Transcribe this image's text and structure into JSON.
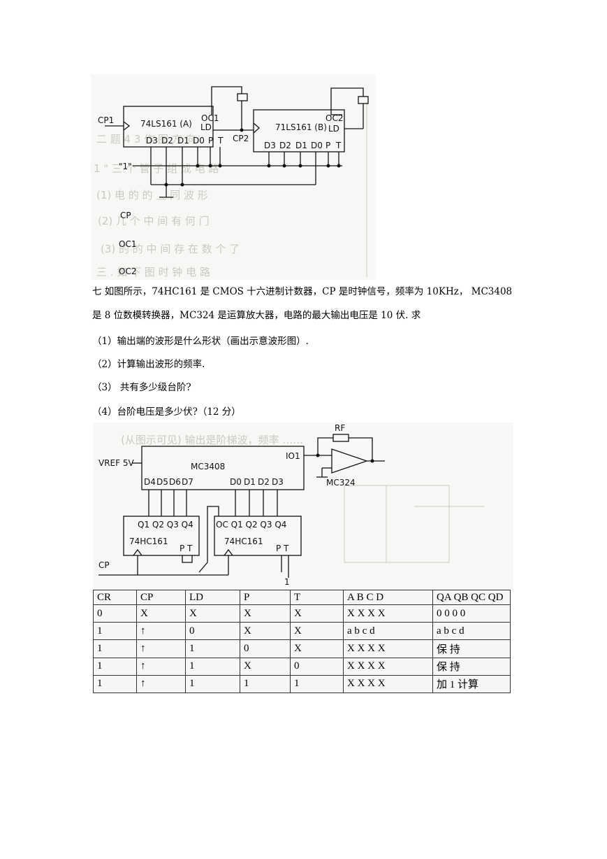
{
  "diagram1": {
    "chip_a": "74LS161 (A)",
    "chip_b": "71LS161 (B)",
    "oc1": "OC1",
    "oc2": "OC2",
    "ld": "LD",
    "cp1": "CP1",
    "cp2": "CP2",
    "pins": [
      "D3",
      "D2",
      "D1",
      "D0",
      "P",
      "T"
    ],
    "one_input": "\"1\"",
    "waveform_labels": [
      "CP",
      "OC1",
      "OC2"
    ]
  },
  "question": {
    "line1": "七 如图所示，74HC161 是 CMOS 十六进制计数器，CP 是时钟信号，频率为 10KHz， MC3408",
    "line2": "是 8 位数模转换器，MC324 是运算放大器，电路的最大输出电压是 10 伏. 求",
    "items": [
      "（1）输出端的波形是什么形状（画出示意波形图）.",
      "（2）计算输出波形的频率.",
      "（3）  共有多少级台阶?",
      "（4）台阶电压是多少伏?（12 分）"
    ]
  },
  "diagram2": {
    "vref": "VREF 5V",
    "dac": "MC3408",
    "io1": "IO1",
    "rf": "RF",
    "opamp": "MC324",
    "dac_high_pins": [
      "D4",
      "D5",
      "D6",
      "D7"
    ],
    "dac_low_pins": [
      "D0",
      "D1",
      "D2",
      "D3"
    ],
    "counter_left_pins": "Q1 Q2 Q3 Q4",
    "counter_right_pins": "OC Q1 Q2 Q3 Q4",
    "counter": "74HC161",
    "pt": "P T",
    "cp": "CP",
    "one": "1"
  },
  "truth_table": {
    "headers": [
      "CR",
      "CP",
      "LD",
      "P",
      "T",
      "A  B  C  D",
      "QA QB QC QD"
    ],
    "rows": [
      [
        "0",
        "X",
        "X",
        "X",
        "X",
        "X  X X  X",
        "0  0  0  0"
      ],
      [
        "1",
        "↑",
        "0",
        "X",
        "X",
        "a   b   c   d",
        "a   b   c   d"
      ],
      [
        "1",
        "↑",
        "1",
        "0",
        "X",
        "X  X X  X",
        "保      持"
      ],
      [
        "1",
        "↑",
        "1",
        "X",
        "0",
        "X  X X  X",
        "保      持"
      ],
      [
        "1",
        "↑",
        "1",
        "1",
        "1",
        "X  X X  X",
        "加 1 计算"
      ]
    ]
  }
}
